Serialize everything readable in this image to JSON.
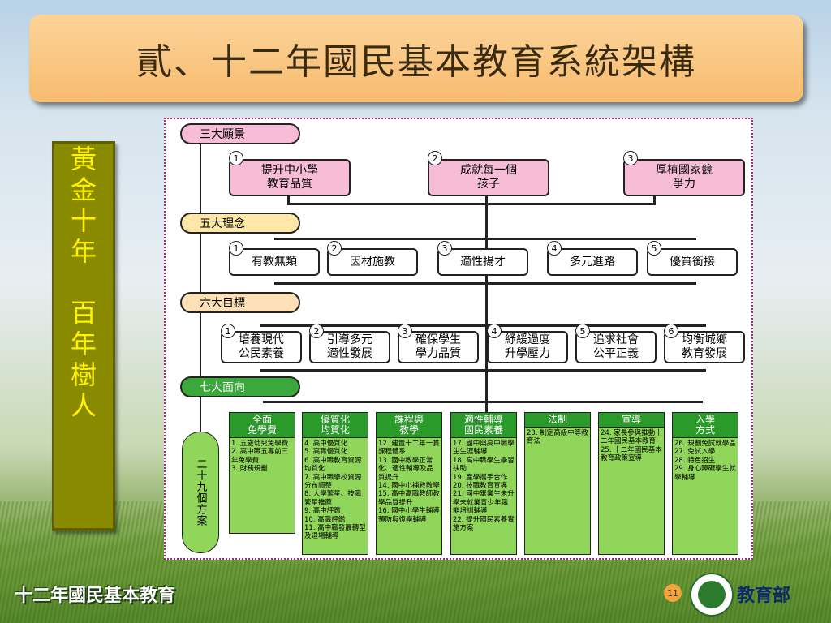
{
  "title": "貳、十二年國民基本教育系統架構",
  "side_banner": [
    "黃",
    "金",
    "十",
    "年",
    "",
    "百",
    "年",
    "樹",
    "人"
  ],
  "vision": {
    "label": "三大願景",
    "items": [
      {
        "num": "1",
        "text": "提升中小學\n教育品質"
      },
      {
        "num": "2",
        "text": "成就每一個\n孩子"
      },
      {
        "num": "3",
        "text": "厚植國家競\n爭力"
      }
    ]
  },
  "ideas": {
    "label": "五大理念",
    "items": [
      {
        "num": "1",
        "text": "有教無類"
      },
      {
        "num": "2",
        "text": "因材施教"
      },
      {
        "num": "3",
        "text": "適性揚才"
      },
      {
        "num": "4",
        "text": "多元進路"
      },
      {
        "num": "5",
        "text": "優質銜接"
      }
    ]
  },
  "goals": {
    "label": "六大目標",
    "items": [
      {
        "num": "1",
        "text": "培養現代\n公民素養"
      },
      {
        "num": "2",
        "text": "引導多元\n適性發展"
      },
      {
        "num": "3",
        "text": "確保學生\n學力品質"
      },
      {
        "num": "4",
        "text": "紓緩過度\n升學壓力"
      },
      {
        "num": "5",
        "text": "追求社會\n公平正義"
      },
      {
        "num": "6",
        "text": "均衡城鄉\n教育發展"
      }
    ]
  },
  "aspects": {
    "label": "七大面向",
    "programs": "二十九個方案",
    "items": [
      {
        "head": "全面\n免學費",
        "programs": [
          "1. 五歲幼兒免學費",
          "2. 高中職五專前三年免學費",
          "3. 財務規劃"
        ]
      },
      {
        "head": "優質化\n均質化",
        "programs": [
          "4. 高中優質化",
          "5. 高職優質化",
          "6. 高中職教育資源均質化",
          "7. 高中職學校資源分布調整",
          "8. 大學繁星、技職繁星推薦",
          "9. 高中評鑑",
          "10. 高職評鑑",
          "11. 高中職發展轉型及退場輔導"
        ]
      },
      {
        "head": "課程與\n教學",
        "programs": [
          "12. 建置十二年一貫課程體系",
          "13. 國中教學正常化、適性輔導及品質提升",
          "14. 國中小補救教學",
          "15. 高中高職教師教學品質提升",
          "16. 國中小學生輔導預防與復學輔導"
        ]
      },
      {
        "head": "適性輔導\n國民素養",
        "programs": [
          "17. 國中與高中職學生生涯輔導",
          "18. 高中職學生學習扶助",
          "19. 產學攜手合作",
          "20. 技職教育宣導",
          "21. 國中畢業生未升學未就業青少年職能培訓輔導",
          "22. 提升國民素養實施方案"
        ]
      },
      {
        "head": "法制",
        "programs": [
          "23. 制定高級中等教育法"
        ]
      },
      {
        "head": "宣導",
        "programs": [
          "24. 家長參與推動十二年國民基本教育",
          "25. 十二年國民基本教育政策宣導"
        ]
      },
      {
        "head": "入學\n方式",
        "programs": [
          "26. 規劃免試就學區",
          "27. 免試入學",
          "28. 特色招生",
          "29. 身心障礙學生就學輔導"
        ]
      }
    ]
  },
  "footer": {
    "program_name": "十二年國民基本教育",
    "page": "11",
    "ministry": "教育部"
  },
  "colors": {
    "title_bg": "#f8c47f",
    "side_bg": "#8a8a00",
    "side_text": "#fff200",
    "vision_pill": "#f7bcd6",
    "ideas_pill": "#fde8a8",
    "goals_pill": "#fde0b8",
    "aspects_pill": "#3aa83a",
    "aspect_bg": "#8fd65b"
  }
}
